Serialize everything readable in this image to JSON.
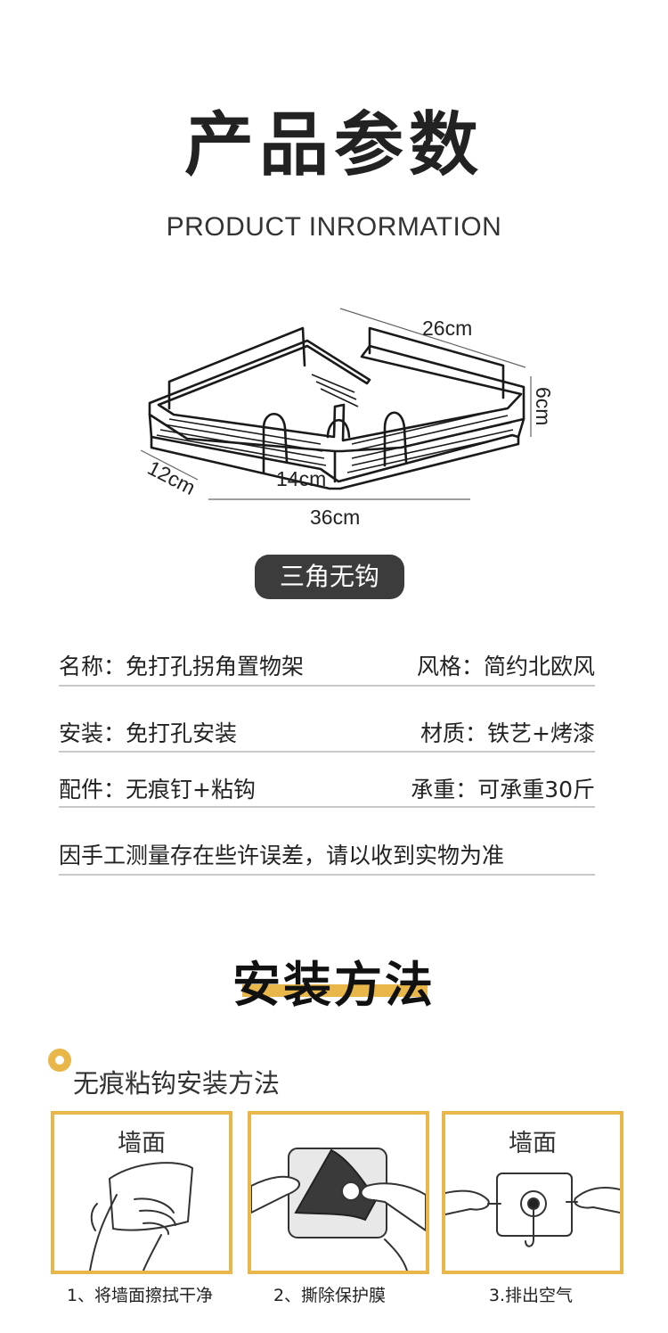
{
  "header": {
    "title": "产品参数",
    "subtitle": "PRODUCT INRORMATION"
  },
  "diagram": {
    "dims": {
      "length": "26cm",
      "height": "6cm",
      "depth": "12cm",
      "inner": "14cm",
      "total": "36cm"
    }
  },
  "model_label": "三角无钩",
  "specs": [
    {
      "left": "名称：免打孔拐角置物架",
      "right": "风格：简约北欧风"
    },
    {
      "left": "安装：免打孔安装",
      "right": "材质：铁艺+烤漆"
    },
    {
      "left": "配件：无痕钉+粘钩",
      "right": "承重：可承重30斤"
    }
  ],
  "note": "因手工测量存在些许误差，请以收到实物为准",
  "install": {
    "heading": "安装方法",
    "method_title": "无痕粘钩安装方法",
    "steps": [
      {
        "wall": "墙面",
        "caption": "1、将墙面擦拭干净"
      },
      {
        "wall": "",
        "caption": "2、撕除保护膜"
      },
      {
        "wall": "墙面",
        "caption": "3.排出空气"
      }
    ]
  },
  "colors": {
    "accent": "#e8b649",
    "pill_bg": "#3c3c3c",
    "text": "#222222",
    "divider": "#c8c8c8"
  },
  "icons": [
    "corner-shelf-drawing",
    "wiping-hand-icon",
    "peel-film-icon",
    "hook-press-icon"
  ]
}
